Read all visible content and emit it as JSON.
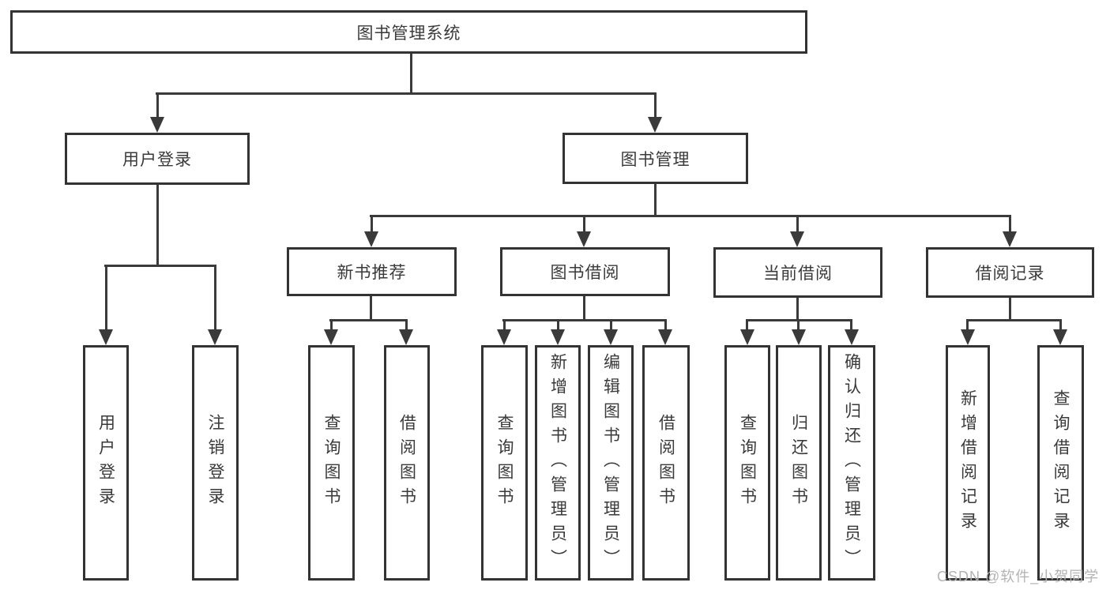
{
  "tree": {
    "label": "图书管理系统",
    "children": [
      {
        "label": "用户登录",
        "children": [
          {
            "label": "用户登录"
          },
          {
            "label": "注销登录"
          }
        ]
      },
      {
        "label": "图书管理",
        "children": [
          {
            "label": "新书推荐",
            "children": [
              {
                "label": "查询图书"
              },
              {
                "label": "借阅图书"
              }
            ]
          },
          {
            "label": "图书借阅",
            "children": [
              {
                "label": "查询图书"
              },
              {
                "label": "新增图书（管理员）"
              },
              {
                "label": "编辑图书（管理员）"
              },
              {
                "label": "借阅图书"
              }
            ]
          },
          {
            "label": "当前借阅",
            "children": [
              {
                "label": "查询图书"
              },
              {
                "label": "归还图书"
              },
              {
                "label": "确认归还（管理员）"
              }
            ]
          },
          {
            "label": "借阅记录",
            "children": [
              {
                "label": "新增借阅记录"
              },
              {
                "label": "查询借阅记录"
              }
            ]
          }
        ]
      }
    ]
  },
  "watermark": {
    "text": "CSDN @软件_小贺同学"
  },
  "colors": {
    "line": "#3A3A3A",
    "box_border": "#333333",
    "box_fill": "#FFFFFF",
    "text": "#3A3A3A",
    "watermark_text": "#B3B3B3",
    "background": "#FFFFFF"
  }
}
